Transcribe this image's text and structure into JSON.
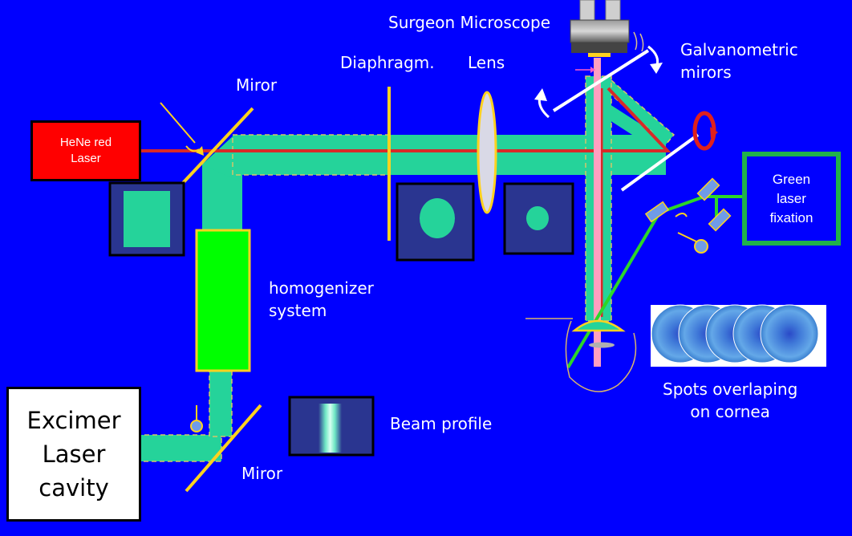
{
  "labels": {
    "surgeon_microscope": "Surgeon Microscope",
    "galvanometric_mirrors": "Galvanometric\nmirors",
    "diaphragm": "Diaphragm.",
    "lens": "Lens",
    "miror_top": "Miror",
    "miror_bottom": "Miror",
    "homogenizer": "homogenizer\nsystem",
    "beam_profile": "Beam profile",
    "spots_overlapping": "Spots overlaping\non cornea"
  },
  "boxes": {
    "excimer": "Excimer\nLaser\ncavity",
    "hene": "HeNe red\nLaser",
    "green_fixation": "Green\nlaser\nfixation"
  },
  "colors": {
    "background": "#0000ff",
    "beam": "#25d39a",
    "homogenizer": "#00ff00",
    "red_laser": "#d82a28",
    "mirror": "#ffd21f",
    "galvo_mirror": "#ffffff",
    "green_laser": "#2cd628",
    "pink_beam": "#ff9fc0"
  }
}
